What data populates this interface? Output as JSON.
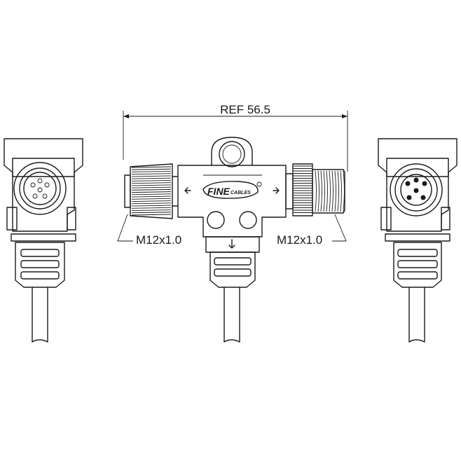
{
  "dimension": {
    "label": "REF 56.5"
  },
  "threads": {
    "left_label": "M12x1.0",
    "right_label": "M12x1.0"
  },
  "logo": {
    "text_main": "FINE",
    "text_sub": "CABLES"
  },
  "views": [
    "female-end-view",
    "tee-connector-front-view",
    "male-end-view"
  ]
}
